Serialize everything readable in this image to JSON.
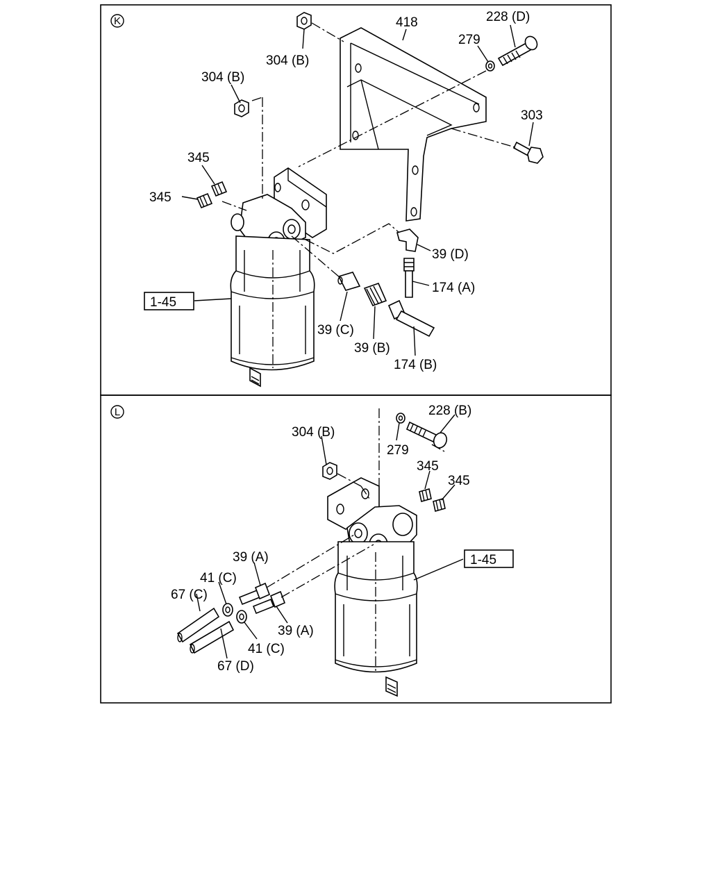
{
  "panels": [
    {
      "id": "K",
      "letter": "K",
      "labels": {
        "l418": "418",
        "l228d": "228 (D)",
        "l279": "279",
        "l304b_top": "304 (B)",
        "l304b_left": "304 (B)",
        "l303": "303",
        "l345a": "345",
        "l345b": "345",
        "l39d": "39 (D)",
        "l174a": "174 (A)",
        "l145": "1-45",
        "l39c": "39 (C)",
        "l39b": "39 (B)",
        "l174b": "174 (B)"
      }
    },
    {
      "id": "L",
      "letter": "L",
      "labels": {
        "l228b": "228 (B)",
        "l304b": "304 (B)",
        "l279": "279",
        "l345a": "345",
        "l345b": "345",
        "l39a_top": "39 (A)",
        "l41c_top": "41 (C)",
        "l67c": "67 (C)",
        "l145": "1-45",
        "l39a_bottom": "39 (A)",
        "l41c_bottom": "41 (C)",
        "l67d": "67 (D)"
      }
    }
  ]
}
